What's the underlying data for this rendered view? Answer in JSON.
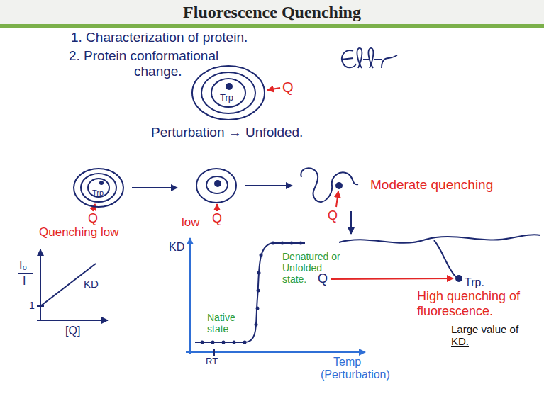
{
  "diagram": {
    "title": "Fluorescence Quenching",
    "nodes": [
      {
        "text": [
          "Trp"
        ]
      },
      {
        "text": [
          "Trp"
        ]
      }
    ],
    "labels": [
      "1. Characterization of protein.",
      "2. Protein conformational change.",
      "Q",
      "Perturbation → Unfolded.",
      "Q",
      "Quenching low",
      "low",
      "Q",
      "Q",
      "Moderate quenching",
      "I₀",
      "I",
      "1",
      "KD",
      "[Q]",
      "KD",
      "Native state",
      "Denatured or Unfolded state.",
      "Q",
      "Trp.",
      "High quenching of fluorescence.",
      "Large value of KD.",
      "RT",
      "Temp",
      "(Perturbation)"
    ]
  }
}
